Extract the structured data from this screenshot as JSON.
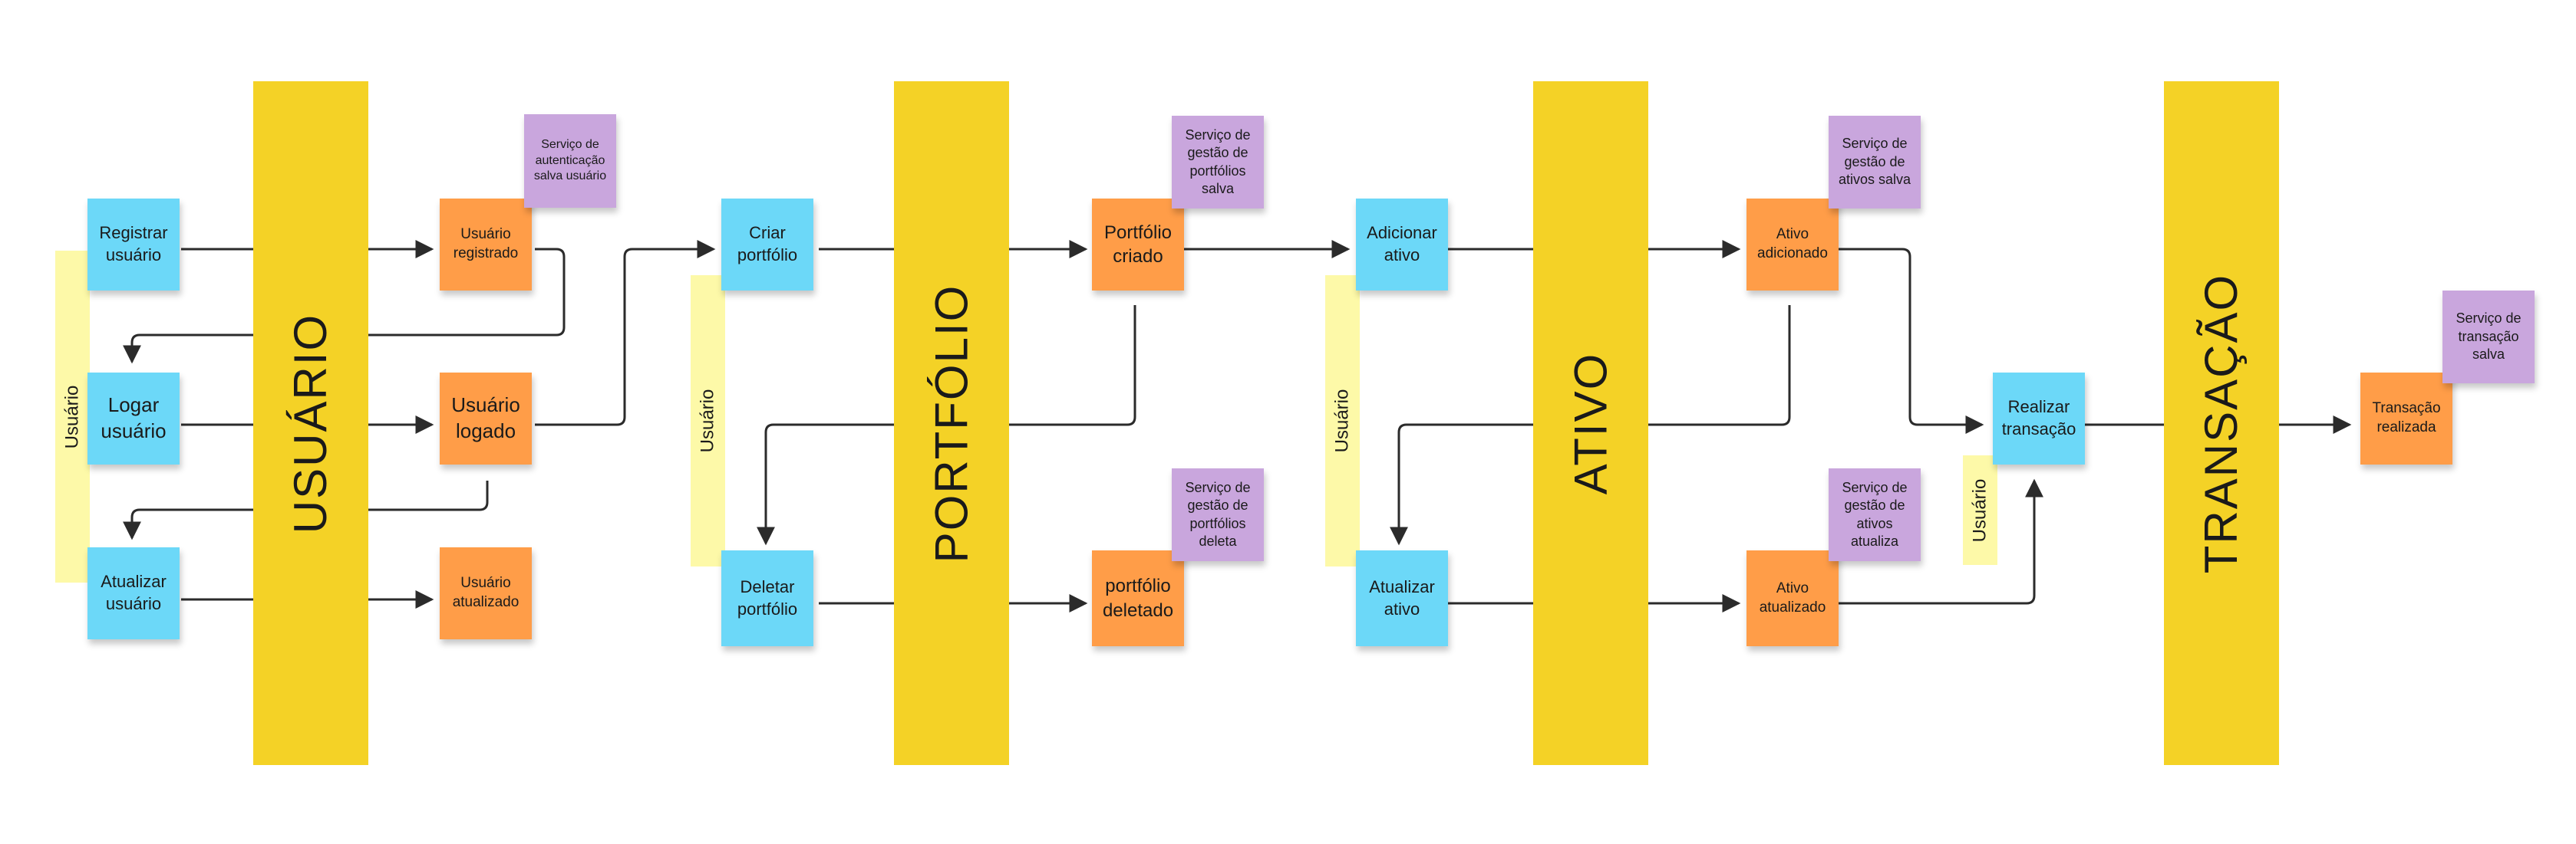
{
  "colors": {
    "aggregate": "#f4d226",
    "command": "#6cd8f8",
    "event": "#ff9d48",
    "policy": "#c9a6dd",
    "actor": "#fdf9a8",
    "arrow": "#2b2b2b"
  },
  "aggregates": {
    "usuario": "USUÁRIO",
    "portfolio": "PORTFÓLIO",
    "ativo": "ATIVO",
    "transacao": "TRANSAÇÃO"
  },
  "actors": {
    "usuario_1": "Usuário",
    "usuario_2": "Usuário",
    "usuario_3": "Usuário",
    "usuario_4": "Usuário"
  },
  "commands": {
    "registrar_usuario": "Registrar\nusuário",
    "logar_usuario": "Logar\nusuário",
    "atualizar_usuario": "Atualizar\nusuário",
    "criar_portfolio": "Criar\nportfólio",
    "deletar_portfolio": "Deletar\nportfólio",
    "adicionar_ativo": "Adicionar\nativo",
    "atualizar_ativo": "Atualizar\nativo",
    "realizar_transacao": "Realizar\ntransação"
  },
  "events": {
    "usuario_registrado": "Usuário\nregistrado",
    "usuario_logado": "Usuário\nlogado",
    "usuario_atualizado": "Usuário\natualizado",
    "portfolio_criado": "Portfólio\ncriado",
    "portfolio_deletado": "portfólio\ndeletado",
    "ativo_adicionado": "Ativo\nadicionado",
    "ativo_atualizado": "Ativo\natualizado",
    "transacao_realizada": "Transação\nrealizada"
  },
  "policies": {
    "auth_salva_usuario": "Serviço de\nautenticação\nsalva usuário",
    "portfolios_salva": "Serviço de\ngestão de\nportfólios\nsalva",
    "portfolios_deleta": "Serviço de\ngestão de\nportfólios\ndeleta",
    "ativos_salva": "Serviço de\ngestão de\nativos salva",
    "ativos_atualiza": "Serviço de\ngestão de\nativos\natualiza",
    "transacao_salva": "Serviço de\ntransação\nsalva"
  }
}
